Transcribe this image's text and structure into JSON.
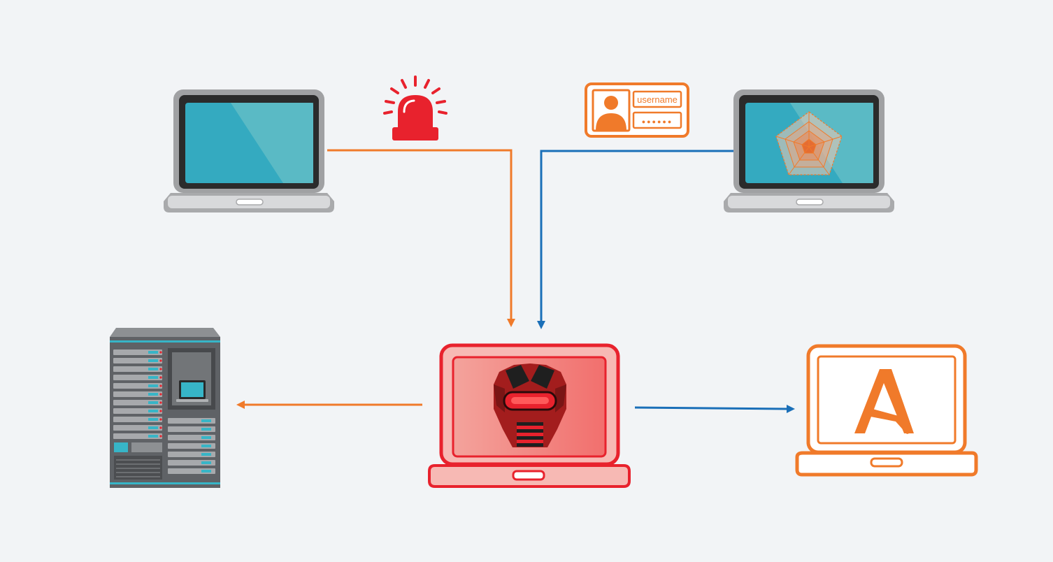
{
  "colors": {
    "background": "#f2f4f6",
    "orange": "#f07a2a",
    "blue": "#1a6fb8",
    "red": "#e8222d",
    "laptop_gray": "#9a9b9d",
    "screen_teal": "#3aacc0"
  },
  "credential_card": {
    "username_label": "username",
    "password_mask": "●●●●●●"
  },
  "nodes": [
    {
      "id": "source-laptop",
      "icon": "laptop-icon"
    },
    {
      "id": "alarm",
      "icon": "siren-icon"
    },
    {
      "id": "credential-card",
      "icon": "id-card-icon"
    },
    {
      "id": "web-laptop",
      "icon": "spider-web-icon"
    },
    {
      "id": "attacker-laptop",
      "icon": "robot-mask-icon"
    },
    {
      "id": "server",
      "icon": "server-rack-icon"
    },
    {
      "id": "ansible-laptop",
      "icon": "ansible-logo-icon"
    }
  ]
}
